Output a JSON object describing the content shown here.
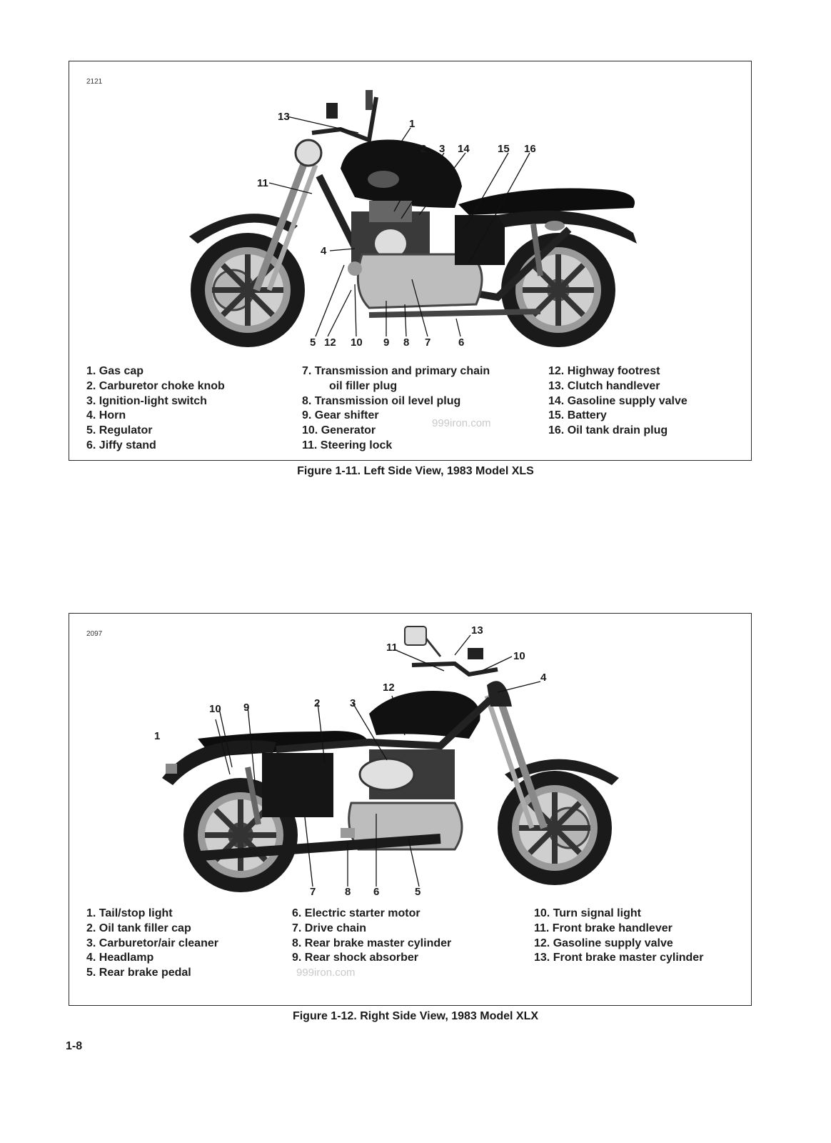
{
  "figure1": {
    "figure_number": "2121",
    "callouts": {
      "c13": "13",
      "c1": "1",
      "c2": "2",
      "c3": "3",
      "c14": "14",
      "c15": "15",
      "c16": "16",
      "c11": "11",
      "c4": "4",
      "c5": "5",
      "c12": "12",
      "c10": "10",
      "c9": "9",
      "c8": "8",
      "c7": "7",
      "c6": "6"
    },
    "legend": {
      "col1": [
        "1. Gas cap",
        "2. Carburetor choke knob",
        "3. Ignition-light switch",
        "4. Horn",
        "5. Regulator",
        "6. Jiffy stand"
      ],
      "col2_l1": "7. Transmission and primary chain",
      "col2_l2": "oil filler plug",
      "col2_rest": [
        "8. Transmission oil level plug",
        "9. Gear shifter",
        "10. Generator",
        "11. Steering lock"
      ],
      "col3": [
        "12. Highway footrest",
        "13. Clutch handlever",
        "14. Gasoline supply valve",
        "15. Battery",
        "16. Oil tank drain plug"
      ]
    },
    "watermark": "999iron.com",
    "caption": "Figure 1-11. Left Side View, 1983 Model XLS"
  },
  "figure2": {
    "figure_number": "2097",
    "callouts": {
      "c13": "13",
      "c11": "11",
      "c10a": "10",
      "c4": "4",
      "c12": "12",
      "c10b": "10",
      "c9": "9",
      "c2": "2",
      "c3": "3",
      "c1": "1",
      "c7": "7",
      "c8": "8",
      "c6": "6",
      "c5": "5"
    },
    "legend": {
      "col1": [
        "1. Tail/stop light",
        "2. Oil tank filler cap",
        "3. Carburetor/air cleaner",
        "4. Headlamp",
        "5. Rear brake pedal"
      ],
      "col2": [
        "6. Electric starter motor",
        "7. Drive chain",
        "8. Rear brake master cylinder",
        "9. Rear shock absorber"
      ],
      "col3": [
        "10. Turn signal light",
        "11. Front brake handlever",
        "12. Gasoline supply valve",
        "13. Front brake master cylinder"
      ]
    },
    "watermark": "999iron.com",
    "caption": "Figure 1-12. Right Side View, 1983 Model XLX"
  },
  "page_number": "1-8"
}
